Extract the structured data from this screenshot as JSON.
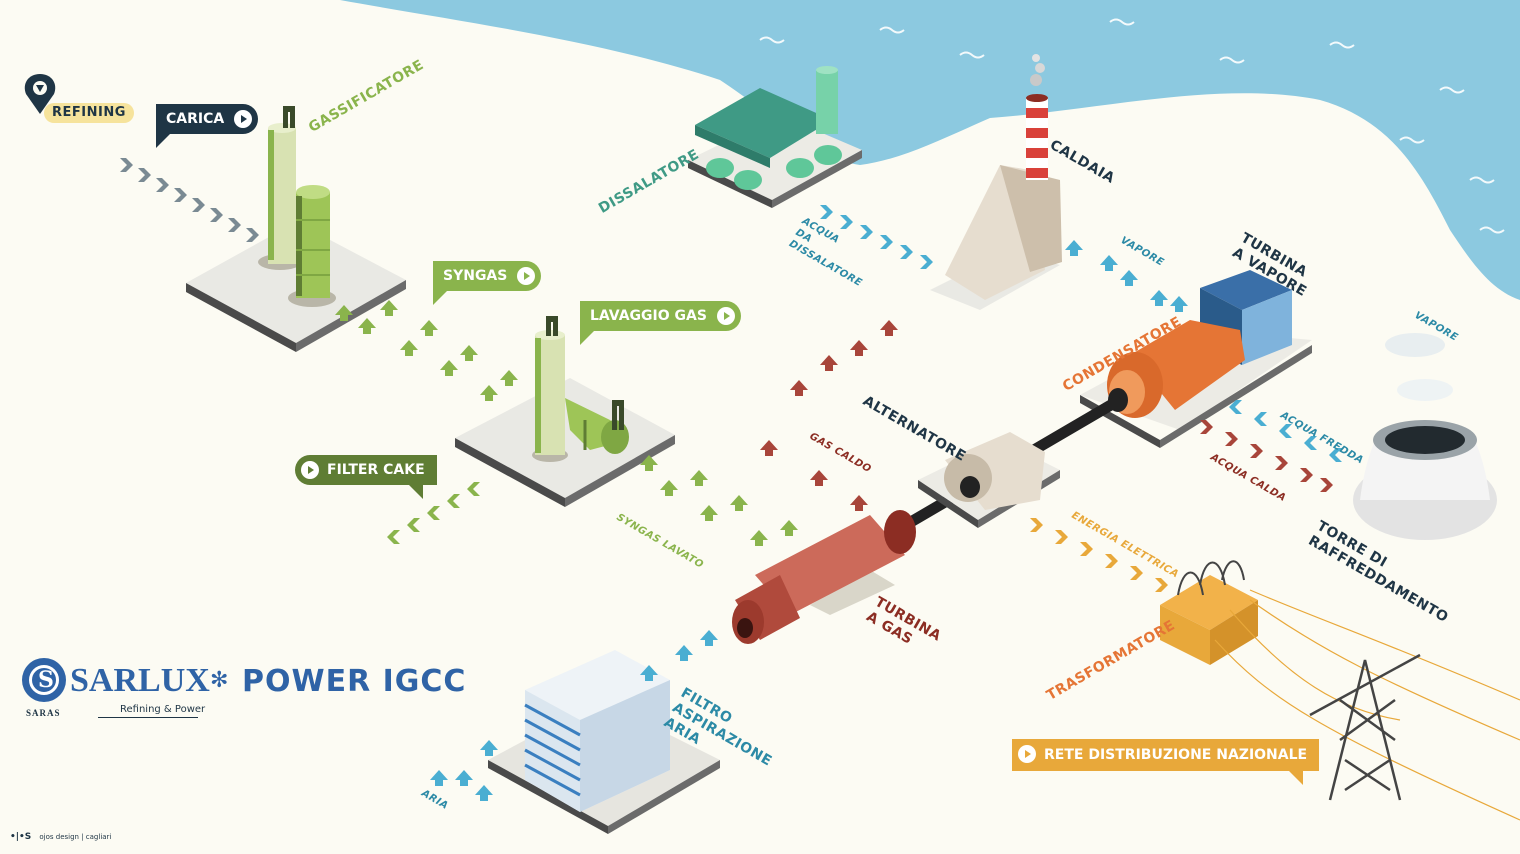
{
  "colors": {
    "sea": "#8cc9e0",
    "ground": "#fcfbf3",
    "navy": "#1f3545",
    "green": "#8ab44c",
    "darkgreen": "#5f7d34",
    "teal": "#3f9a85",
    "blue_label": "#2c8aa6",
    "red": "#8c2d23",
    "orange": "#e57535",
    "gold": "#e8a83a",
    "brand_blue": "#2f63a6"
  },
  "location": {
    "label": "REFINING"
  },
  "buttons": {
    "carica": "CARICA",
    "syngas": "SYNGAS",
    "lavaggio_gas": "LAVAGGIO GAS",
    "filter_cake": "FILTER CAKE",
    "rete": "RETE DISTRIBUZIONE NAZIONALE"
  },
  "labels": {
    "gassificatore": "GASSIFICATORE",
    "dissalatore": "DISSALATORE",
    "acqua_dissalatore": "ACQUA\nDA\nDISSALATORE",
    "caldaia": "CALDAIA",
    "vapore_1": "VAPORE",
    "turbina_vapore": "TURBINA\nA VAPORE",
    "vapore_2": "VAPORE",
    "condensatore": "CONDENSATORE",
    "alternatore": "ALTERNATORE",
    "gas_caldo": "GAS CALDO",
    "acqua_fredda": "ACQUA FREDDA",
    "acqua_calda": "ACQUA CALDA",
    "torre": "TORRE DI\nRAFFREDDAMENTO",
    "energia_elettrica": "ENERGIA ELETTRICA",
    "syngas_lavato": "SYNGAS LAVATO",
    "turbina_gas": "TURBINA\nA GAS",
    "trasformatore": "TRASFORMATORE",
    "filtro": "FILTRO\nASPIRAZIONE\nARIA",
    "aria": "ARIA"
  },
  "brand": {
    "name": "SARLUX",
    "sub": "SARAS",
    "tagline": "Refining & Power",
    "product": "POWER IGCC",
    "credit": "ojos design | cagliari"
  }
}
